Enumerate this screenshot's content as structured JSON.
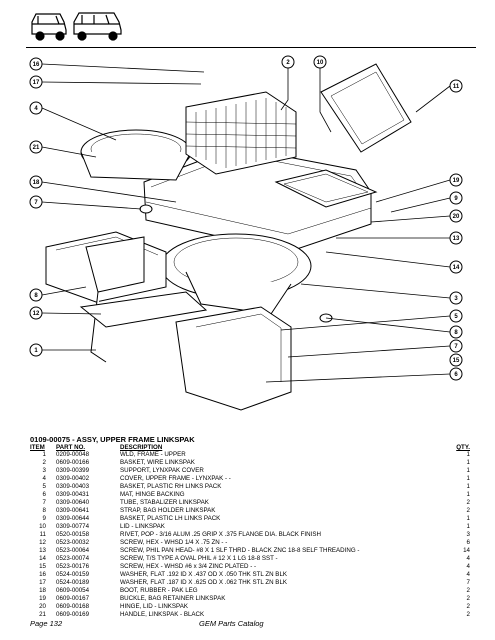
{
  "assembly_title": "0109-00075 - ASSY, UPPER FRAME LINKSPAK",
  "columns": {
    "item": "ITEM",
    "part_no": "PART NO.",
    "description": "DESCRIPTION",
    "qty": "QTY."
  },
  "parts": [
    {
      "item": "1",
      "part_no": "0209-00048",
      "description": "WLD, FRAME - UPPER",
      "qty": "1"
    },
    {
      "item": "2",
      "part_no": "0609-00166",
      "description": "BASKET, WIRE LINKSPAK",
      "qty": "1"
    },
    {
      "item": "3",
      "part_no": "0309-00399",
      "description": "SUPPORT, LYNXPAK COVER",
      "qty": "1"
    },
    {
      "item": "4",
      "part_no": "0309-00402",
      "description": "COVER, UPPER FRAME - LYNXPAK - -",
      "qty": "1"
    },
    {
      "item": "5",
      "part_no": "0309-00403",
      "description": "BASKET, PLASTIC RH LINKS PACK",
      "qty": "1"
    },
    {
      "item": "6",
      "part_no": "0309-00431",
      "description": "MAT, HINGE BACKING",
      "qty": "1"
    },
    {
      "item": "7",
      "part_no": "0309-00640",
      "description": "TUBE, STABALIZER LINKSPAK",
      "qty": "2"
    },
    {
      "item": "8",
      "part_no": "0309-00641",
      "description": "STRAP, BAG HOLDER LINKSPAK",
      "qty": "2"
    },
    {
      "item": "9",
      "part_no": "0309-00644",
      "description": "BASKET, PLASTIC LH LINKS PACK",
      "qty": "1"
    },
    {
      "item": "10",
      "part_no": "0309-00774",
      "description": "LID - LINKSPAK",
      "qty": "1"
    },
    {
      "item": "11",
      "part_no": "0520-00158",
      "description": "RIVET, POP - 3/16 ALUM .25 GRIP X .375 FLANGE DIA. BLACK FINISH",
      "qty": "3"
    },
    {
      "item": "12",
      "part_no": "0523-00032",
      "description": "SCREW, HEX - WHSD 1/4 X .75 ZN - -",
      "qty": "6"
    },
    {
      "item": "13",
      "part_no": "0523-00064",
      "description": "SCREW, PHIL PAN HEAD- #8 X 1 SLF THRD - BLACK ZNC 18-8 SELF THREADING -",
      "qty": "14"
    },
    {
      "item": "14",
      "part_no": "0523-00074",
      "description": "SCREW, T/S TYPE A OVAL PHIL # 12 X 1 LG 18-8 SST -",
      "qty": "4"
    },
    {
      "item": "15",
      "part_no": "0523-00176",
      "description": "SCREW, HEX - WHSD #6 x 3/4  ZINC PLATED - -",
      "qty": "4"
    },
    {
      "item": "16",
      "part_no": "0524-00159",
      "description": "WASHER, FLAT .192 ID X .437 OD X .050 THK  STL ZN BLK",
      "qty": "4"
    },
    {
      "item": "17",
      "part_no": "0524-00189",
      "description": "WASHER, FLAT .187 ID X .625 OD X .062 THK  STL ZN BLK",
      "qty": "7"
    },
    {
      "item": "18",
      "part_no": "0609-00054",
      "description": "BOOT, RUBBER - PAK LEG",
      "qty": "2"
    },
    {
      "item": "19",
      "part_no": "0609-00167",
      "description": "BUCKLE, BAG RETAINER LINKSPAK",
      "qty": "2"
    },
    {
      "item": "20",
      "part_no": "0609-00168",
      "description": "HINGE, LID - LINKSPAK",
      "qty": "2"
    },
    {
      "item": "21",
      "part_no": "0609-00169",
      "description": "HANDLE, LINKSPAK - BLACK",
      "qty": "2"
    }
  ],
  "callouts": [
    "16",
    "17",
    "4",
    "21",
    "18",
    "7",
    "8",
    "12",
    "1",
    "2",
    "10",
    "11",
    "19",
    "9",
    "20",
    "13",
    "14",
    "3",
    "5",
    "6",
    "15"
  ],
  "footer": {
    "page": "Page  132",
    "catalog": "GEM Parts Catalog"
  }
}
